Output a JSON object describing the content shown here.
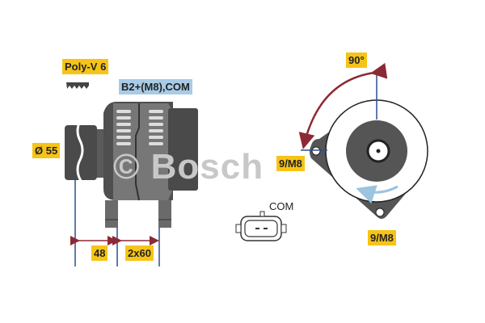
{
  "watermark": "© Bosch",
  "labels": {
    "belt": "Poly-V 6",
    "terminals": "B2+(M8),COM",
    "pulley_diameter": "Ø 55",
    "dim_1": "48",
    "dim_2": "2x60",
    "angle": "90°",
    "mount_left": "9/M8",
    "mount_bottom": "9/M8",
    "connector": "COM"
  },
  "colors": {
    "label_yellow": "#f6c417",
    "label_blue": "#a8cbe6",
    "dimension_line": "#2b4f8f",
    "dimension_arrow": "#8b2a35",
    "body_dark": "#555555"
  }
}
